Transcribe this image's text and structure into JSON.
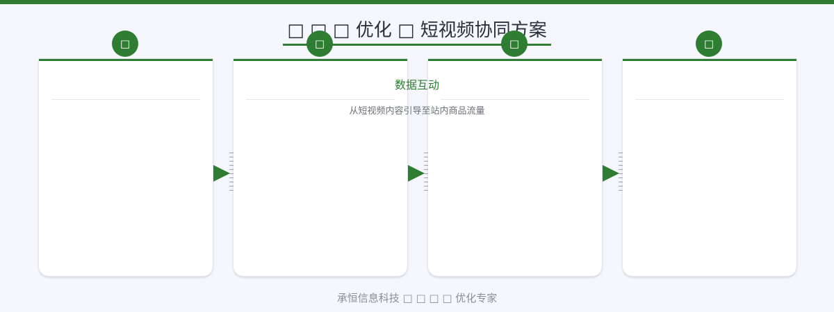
{
  "header": {
    "title": "□ □ □ 优化 □ 短视频协同方案"
  },
  "steps": [
    {
      "badge_icon": "□"
    },
    {
      "badge_icon": "□"
    },
    {
      "badge_icon": "□"
    },
    {
      "badge_icon": "□"
    }
  ],
  "overlap": {
    "title": "数据互动",
    "description": "从短视频内容引导至站内商品流量"
  },
  "footer": {
    "text": "承恒信息科技 □ □ □ □ 优化专家"
  },
  "colors": {
    "accent": "#2e7d32",
    "background": "#f5f7fc",
    "card": "#ffffff",
    "text_muted": "#6b6f78"
  }
}
